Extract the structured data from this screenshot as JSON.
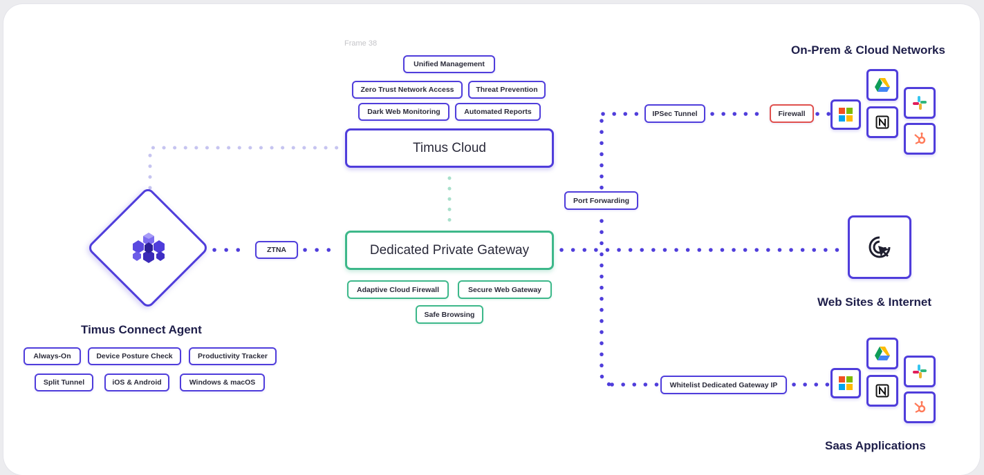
{
  "frame_label": "Frame 38",
  "cloud": {
    "title": "Timus Cloud",
    "features": [
      "Unified Management",
      "Zero Trust Network Access",
      "Threat Prevention",
      "Dark Web Monitoring",
      "Automated Reports"
    ]
  },
  "gateway": {
    "title": "Dedicated Private Gateway",
    "features": [
      "Adaptive Cloud Firewall",
      "Secure Web Gateway",
      "Safe Browsing"
    ]
  },
  "agent": {
    "title": "Timus Connect Agent",
    "features": [
      "Always-On",
      "Device Posture Check",
      "Productivity Tracker",
      "Split Tunnel",
      "iOS & Android",
      "Windows & macOS"
    ]
  },
  "connectors": {
    "ztna": "ZTNA",
    "ipsec": "IPSec Tunnel",
    "firewall": "Firewall",
    "port_forwarding": "Port Forwarding",
    "whitelist": "Whitelist Dedicated Gateway IP"
  },
  "destinations": {
    "onprem": "On-Prem & Cloud Networks",
    "web": "Web Sites & Internet",
    "saas": "Saas Applications"
  },
  "colors": {
    "accent": "#4f3ddb",
    "gateway": "#3db88a",
    "firewall": "#e0504c",
    "cloud_link": "#c6c4f0",
    "gateway_link": "#a8e0cb"
  },
  "icons": [
    "timus-logo-icon",
    "microsoft-icon",
    "google-drive-icon",
    "slack-icon",
    "notion-icon",
    "hubspot-icon",
    "cursor-click-icon"
  ]
}
